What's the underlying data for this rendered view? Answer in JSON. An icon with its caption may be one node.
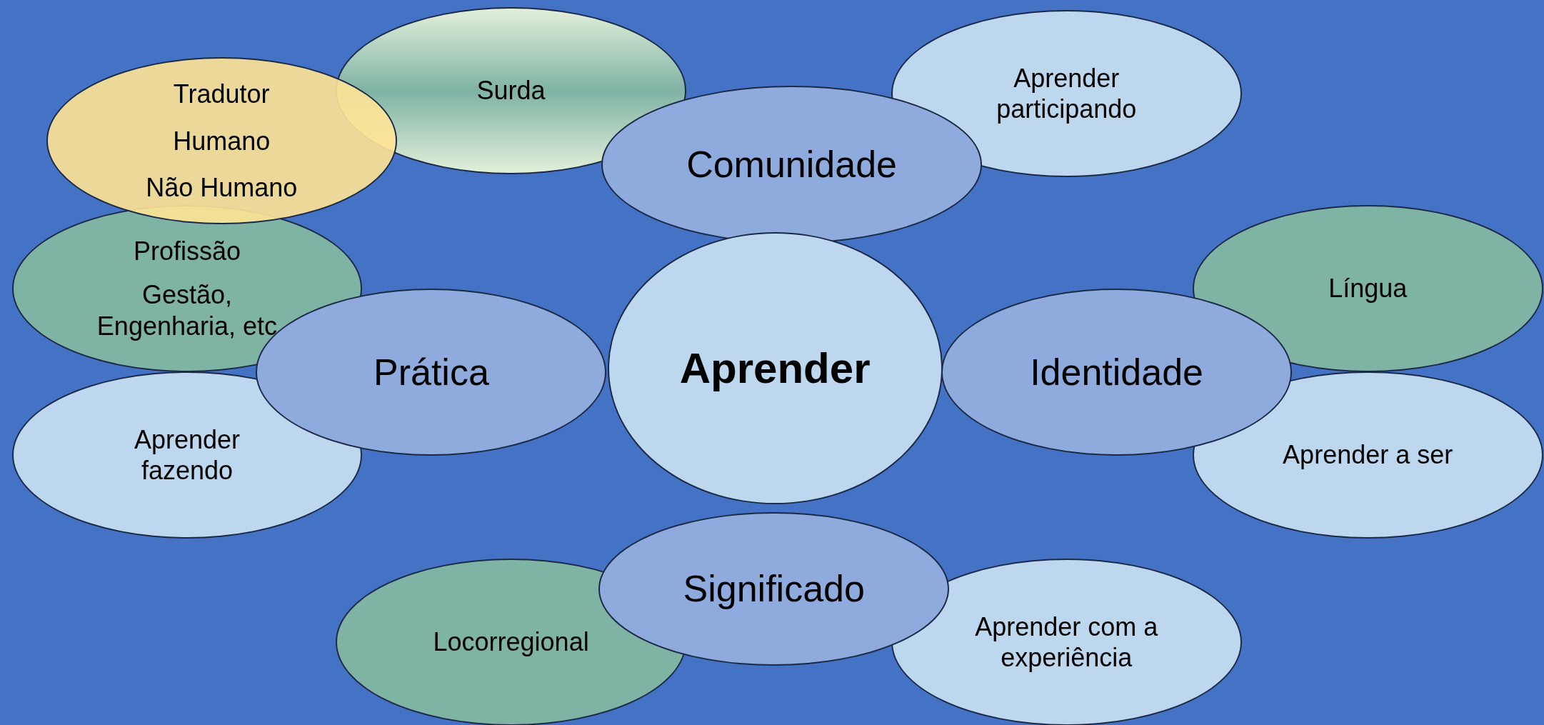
{
  "diagram": {
    "nodes": [
      {
        "text": [
          "Tradutor",
          "Humano",
          "Não Humano"
        ]
      },
      {
        "text": [
          "Surda"
        ]
      },
      {
        "text": [
          "Aprender participando"
        ]
      },
      {
        "text": [
          "Comunidade"
        ]
      },
      {
        "text": [
          "Profissão",
          "Gestão, Engenharia, etc"
        ]
      },
      {
        "text": [
          "Língua"
        ]
      },
      {
        "text": [
          "Prática"
        ]
      },
      {
        "text": [
          "Aprender"
        ]
      },
      {
        "text": [
          "Identidade"
        ]
      },
      {
        "text": [
          "Aprender fazendo"
        ]
      },
      {
        "text": [
          "Aprender a ser"
        ]
      },
      {
        "text": [
          "Significado"
        ]
      },
      {
        "text": [
          "Locorregional"
        ]
      },
      {
        "text": [
          "Aprender com a experiência"
        ]
      }
    ]
  }
}
